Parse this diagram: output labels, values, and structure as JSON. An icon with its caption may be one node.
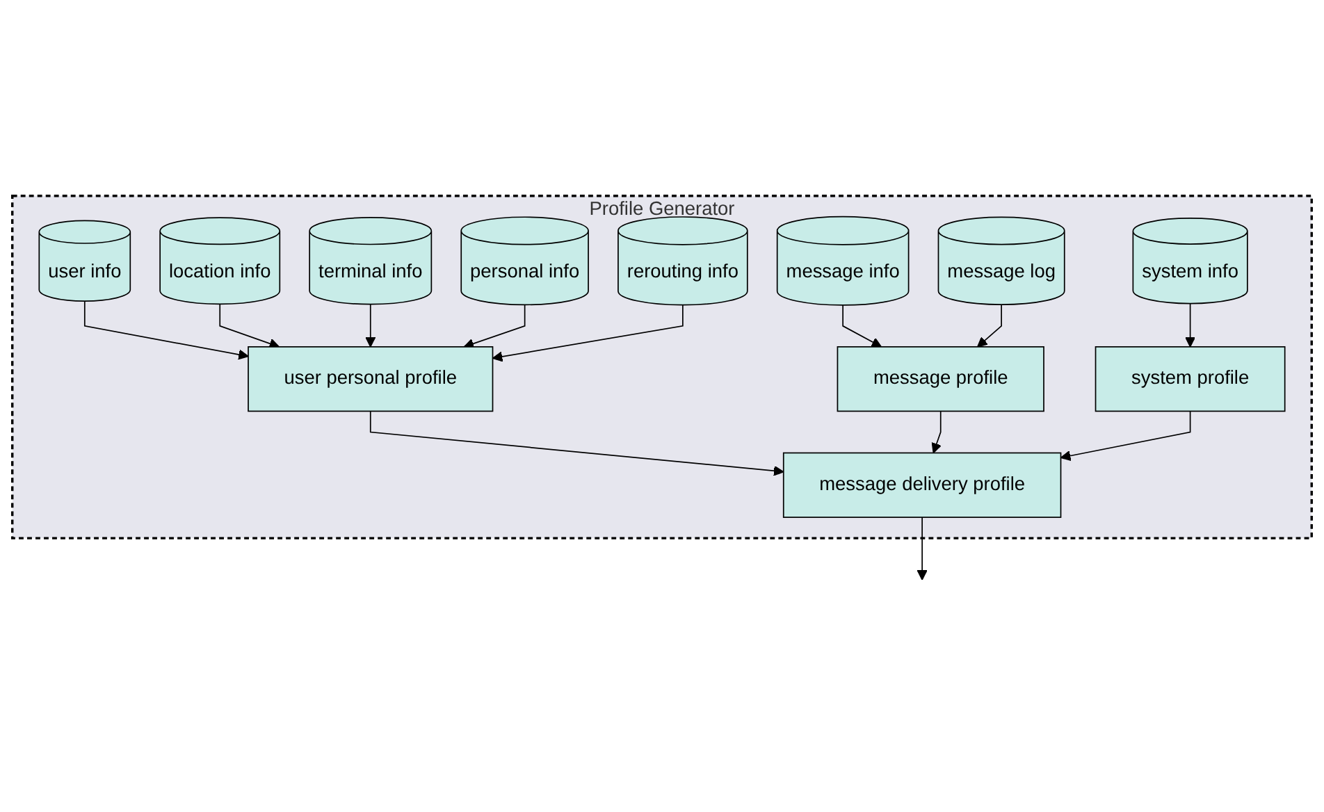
{
  "diagram": {
    "nodes": [
      {
        "text": [
          "Profile Generator"
        ]
      },
      {
        "text": [
          "user info"
        ],
        "in": 0
      },
      {
        "text": [
          "location info"
        ],
        "in": 0
      },
      {
        "text": [
          "terminal info"
        ],
        "in": 0
      },
      {
        "text": [
          "personal info"
        ],
        "in": 0
      },
      {
        "text": [
          "rerouting info"
        ],
        "in": 0
      },
      {
        "text": [
          "user personal profile"
        ],
        "in": 0
      },
      {
        "text": [
          "message info"
        ],
        "in": 0
      },
      {
        "text": [
          "message delivery profile"
        ],
        "in": 0
      },
      {
        "text": [
          "message profile"
        ],
        "in": 0
      },
      {
        "text": [
          "message log"
        ],
        "in": 0
      },
      {
        "text": [
          "system profile"
        ],
        "in": 0
      },
      {
        "text": [
          "system info"
        ],
        "in": 0
      }
    ],
    "edges": [
      {
        "from": 1,
        "to": 6,
        "arrow": "to"
      },
      {
        "from": 2,
        "to": 6,
        "arrow": "to"
      },
      {
        "from": 3,
        "to": 6,
        "arrow": "to"
      },
      {
        "from": 4,
        "to": 6,
        "arrow": "to"
      },
      {
        "from": 5,
        "to": 6,
        "arrow": "to"
      },
      {
        "from": 7,
        "to": 9,
        "arrow": "to"
      },
      {
        "from": 10,
        "to": 9,
        "arrow": "to"
      },
      {
        "from": 6,
        "to": 8,
        "arrow": "to"
      },
      {
        "from": 9,
        "to": 8,
        "arrow": "to"
      },
      {
        "from": 11,
        "to": 8,
        "arrow": "to"
      },
      {
        "from": 12,
        "to": 11,
        "arrow": "to"
      },
      {
        "from": 8,
        "to": null,
        "arrow": "to"
      }
    ]
  }
}
